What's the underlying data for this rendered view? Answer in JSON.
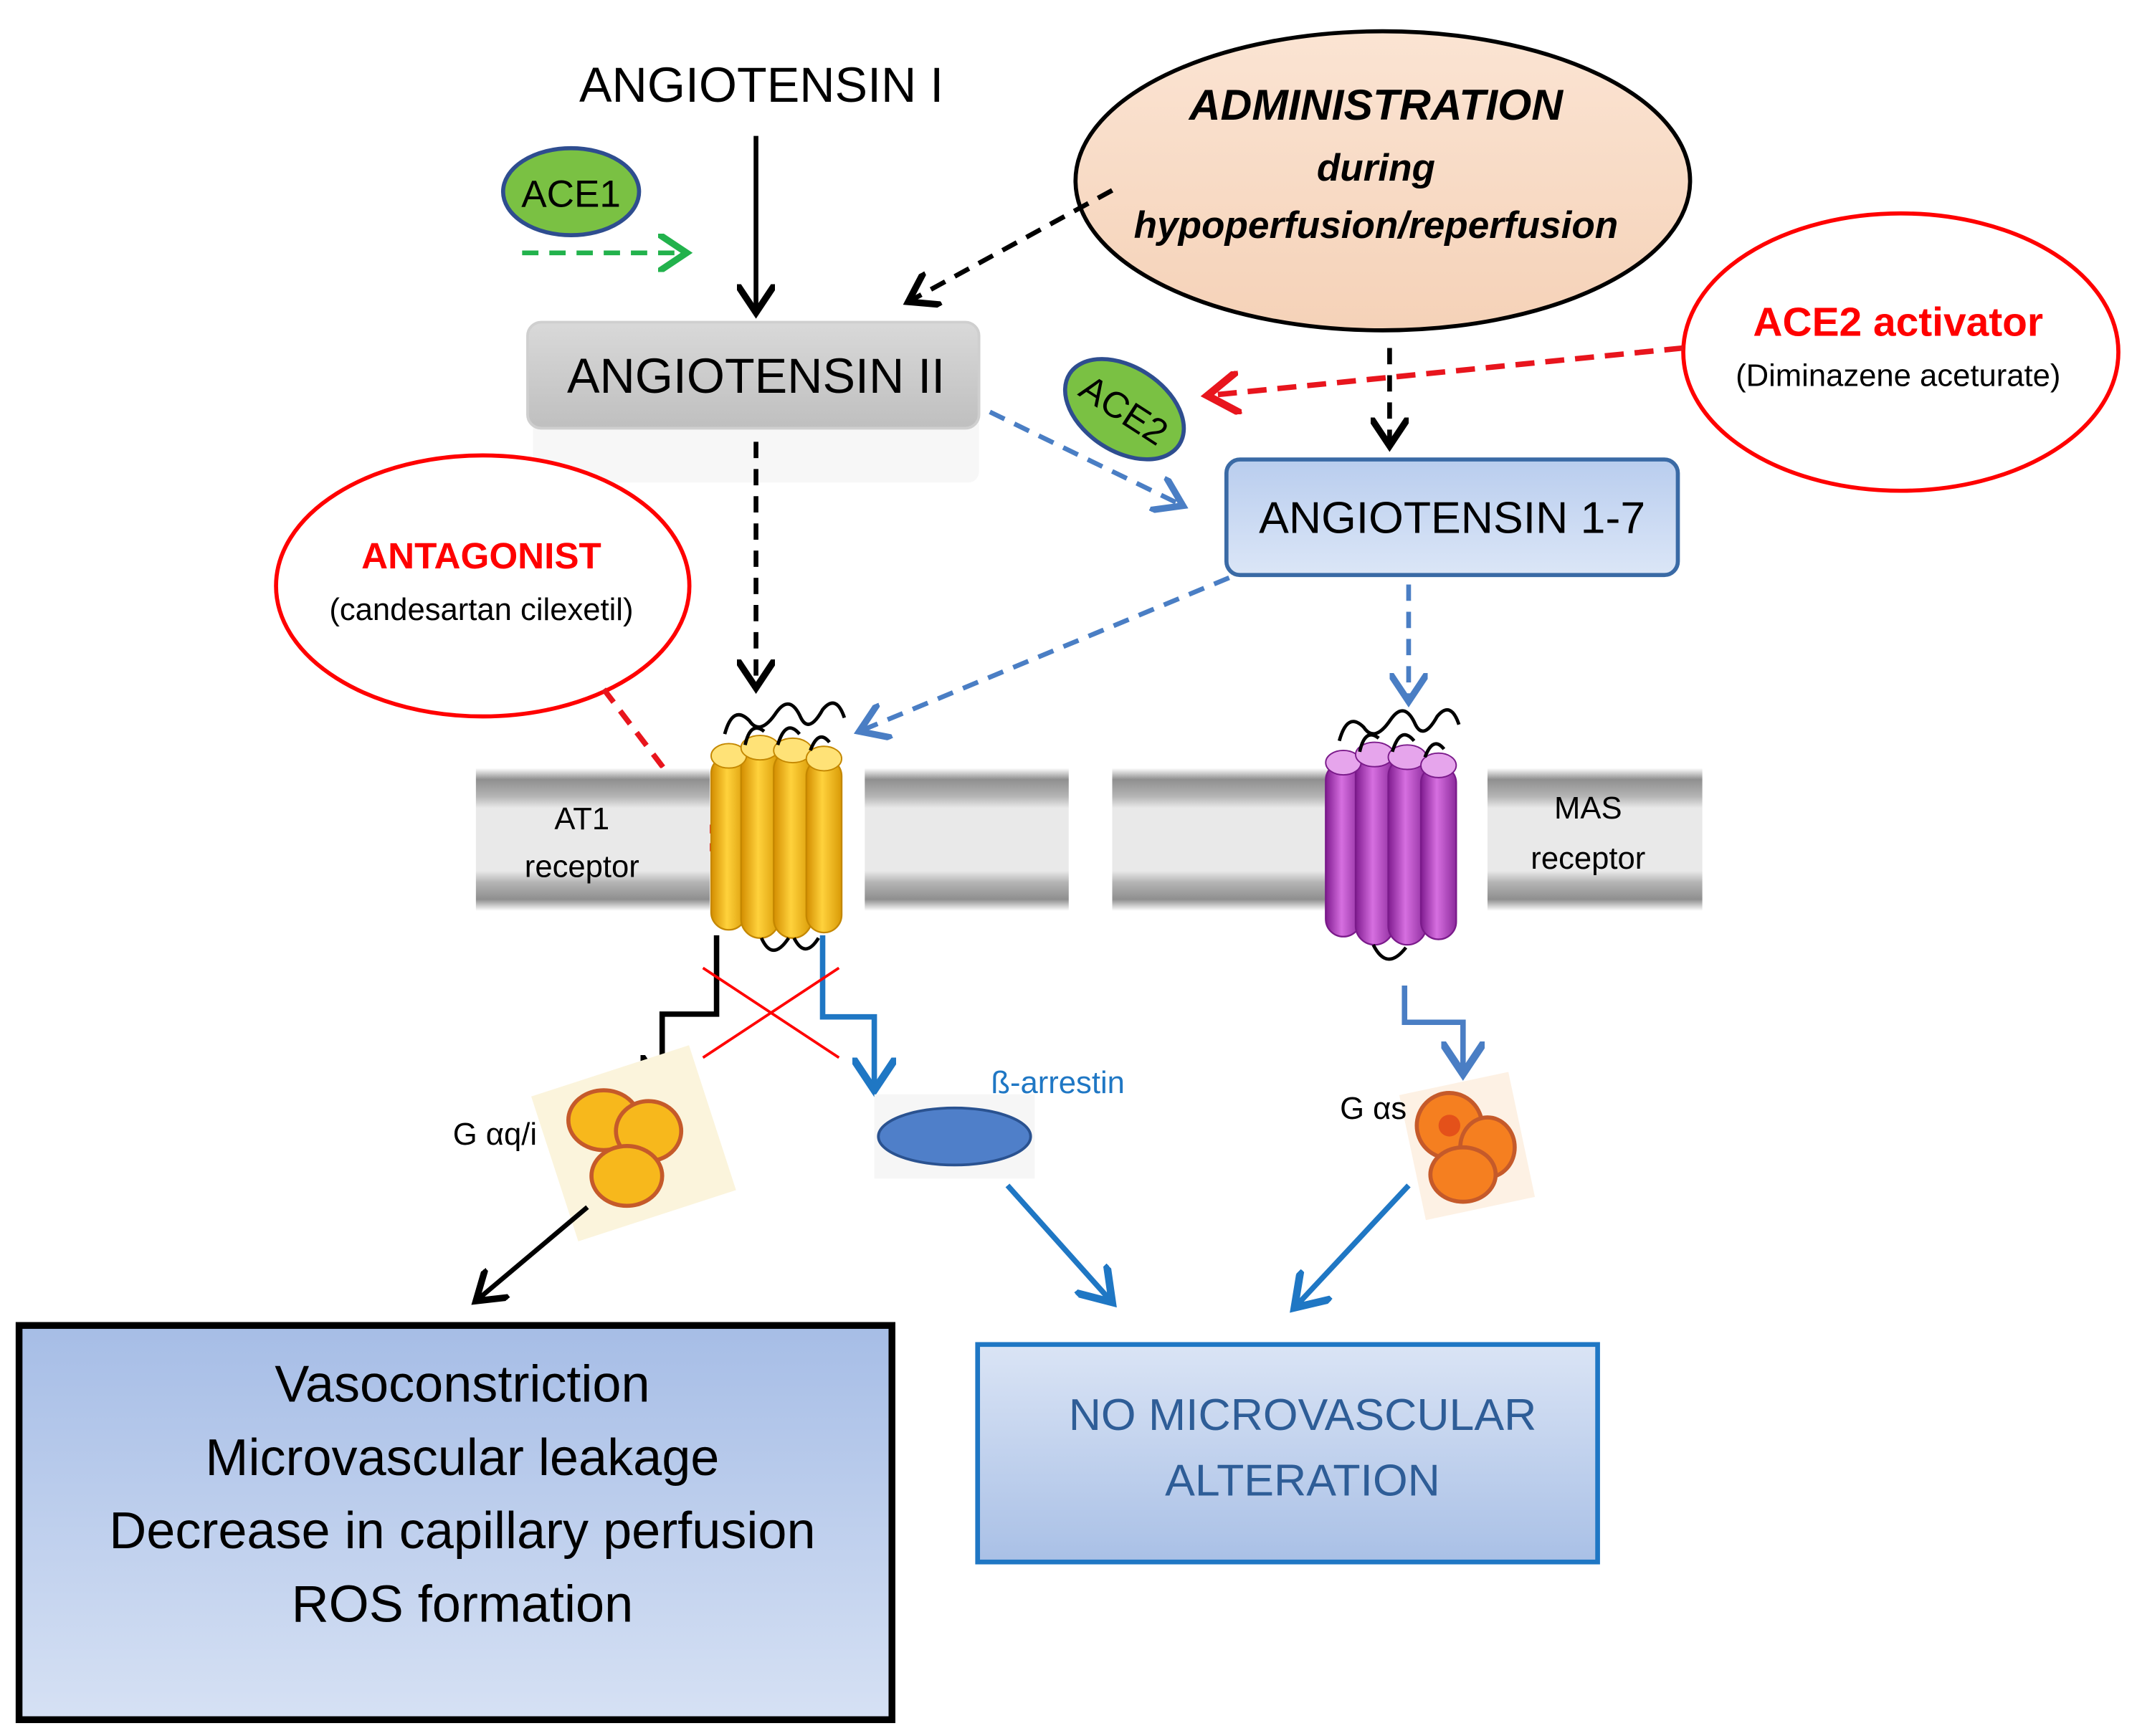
{
  "colors": {
    "red": "#ff0000",
    "red_dashed": "#e8151d",
    "blue_arrow": "#4a7ec4",
    "blue_text": "#1f6fbf",
    "dark_blue_text": "#2e5d97",
    "green_enzyme": "#7ac143",
    "green_arrow": "#22b24c",
    "at1_receptor": "#f2b51c",
    "mas_receptor": "#b44cc4",
    "admin_fill": "#f8dcc7",
    "box_blue": "#a7bfe6",
    "gprotein_q": "#f7b81c",
    "gprotein_s": "#f57f20",
    "arrestin": "#4f7fc9"
  },
  "nodes": {
    "angiotensin_1": "ANGIOTENSIN I",
    "angiotensin_2": "ANGIOTENSIN II",
    "angiotensin_1_7": "ANGIOTENSIN  1-7",
    "ace1": "ACE1",
    "ace2": "ACE2"
  },
  "administration": {
    "line1": "ADMINISTRATION",
    "line2": "during",
    "line3": "hypoperfusion/reperfusion"
  },
  "ace2_activator": {
    "title": "ACE2 activator",
    "drug": "(Diminazene aceturate)"
  },
  "antagonist": {
    "title": "ANTAGONIST",
    "drug": "(candesartan cilexetil)"
  },
  "receptors": {
    "at1_line1": "AT1",
    "at1_line2": "receptor",
    "mas_line1": "MAS",
    "mas_line2": "receptor"
  },
  "signaling": {
    "g_q": "G αq/i",
    "arrestin": "ß-arrestin",
    "g_s": "G αs"
  },
  "outcomes": {
    "harmful": [
      "Vasoconstriction",
      "Microvascular leakage",
      "Decrease in capillary perfusion",
      "ROS formation"
    ],
    "protective_line1": "NO MICROVASCULAR",
    "protective_line2": "ALTERATION"
  }
}
